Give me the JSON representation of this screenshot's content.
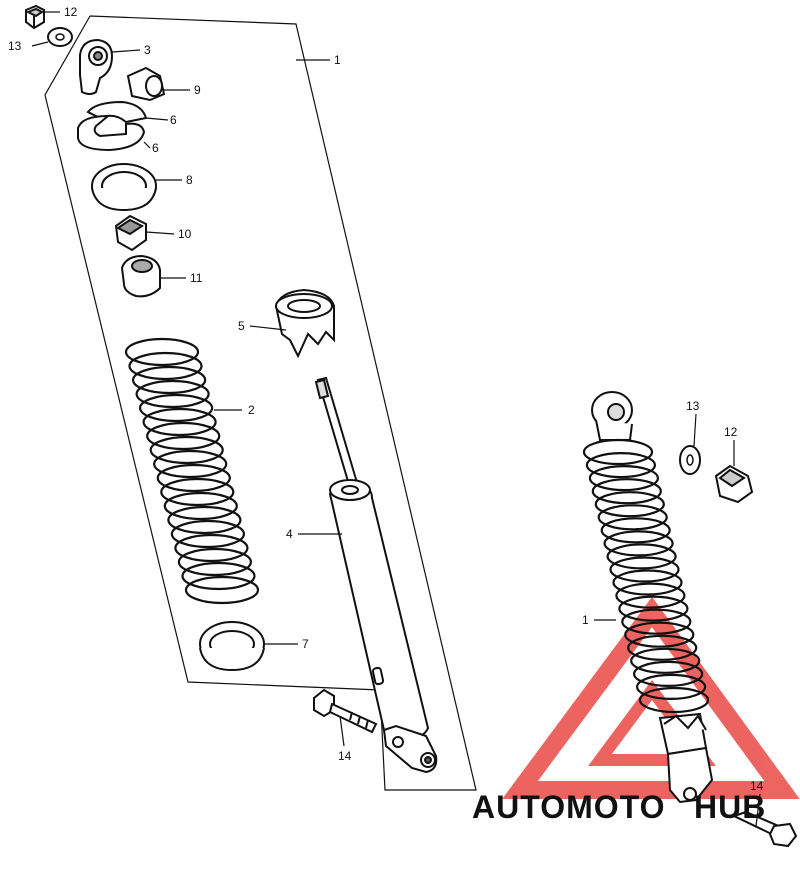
{
  "diagram": {
    "callouts": {
      "c1a": "1",
      "c2": "2",
      "c3": "3",
      "c4": "4",
      "c5": "5",
      "c6a": "6",
      "c6b": "6",
      "c7": "7",
      "c8": "8",
      "c9": "9",
      "c10": "10",
      "c11": "11",
      "c12a": "12",
      "c13a": "13",
      "c14a": "14",
      "c1b": "1",
      "c12b": "12",
      "c13b": "13",
      "c14b": "14"
    }
  },
  "watermark": {
    "part1": "AUTOMOTO",
    "part2": "HUB",
    "color_red": "#e8302a",
    "color_gold": "#f2b33d",
    "color_dark": "#3a3a3a"
  }
}
